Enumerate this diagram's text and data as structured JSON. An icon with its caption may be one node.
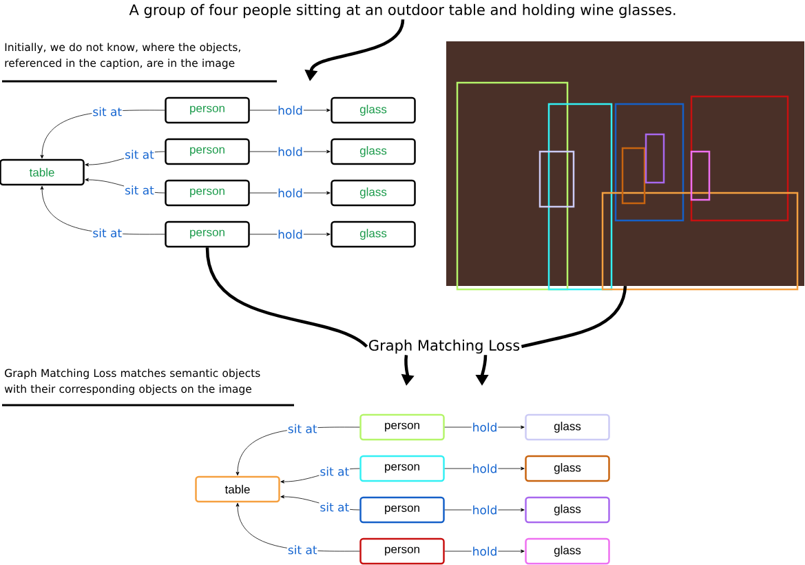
{
  "diagram": {
    "nodes": [
      {
        "text": [
          "A group of four people sitting at an outdoor table and holding wine glasses."
        ]
      },
      {
        "text": [
          "Graph Matching Loss"
        ]
      },
      {
        "text": [],
        "shape": "picture"
      },
      {
        "text": [
          "table"
        ]
      },
      {
        "text": [
          "person"
        ]
      },
      {
        "text": [
          "person"
        ]
      },
      {
        "text": [
          "person"
        ]
      },
      {
        "text": [
          "person"
        ]
      },
      {
        "text": [
          "glass"
        ]
      },
      {
        "text": [
          "glass"
        ]
      },
      {
        "text": [
          "glass"
        ]
      },
      {
        "text": [
          "glass"
        ]
      },
      {
        "text": [
          "table"
        ]
      },
      {
        "text": [
          "person"
        ]
      },
      {
        "text": [
          "person"
        ]
      },
      {
        "text": [
          "person"
        ]
      },
      {
        "text": [
          "person"
        ]
      },
      {
        "text": [
          "glass"
        ]
      },
      {
        "text": [
          "glass"
        ]
      },
      {
        "text": [
          "glass"
        ]
      },
      {
        "text": [
          "glass"
        ]
      }
    ],
    "edges": [
      {
        "from": 0,
        "to": null,
        "arrow": "to",
        "style": "thick"
      },
      {
        "from": 7,
        "to": 1,
        "arrow": "none",
        "style": "thick"
      },
      {
        "from": 2,
        "to": 1,
        "arrow": "none",
        "style": "thick"
      },
      {
        "from": 1,
        "to": null,
        "arrow": "to",
        "style": "thick"
      },
      {
        "from": 1,
        "to": null,
        "arrow": "to",
        "style": "thick"
      },
      {
        "from": 4,
        "to": 3,
        "arrow": "to",
        "label": "sit at"
      },
      {
        "from": 5,
        "to": 3,
        "arrow": "to",
        "label": "sit at"
      },
      {
        "from": 6,
        "to": 3,
        "arrow": "to",
        "label": "sit at"
      },
      {
        "from": 7,
        "to": 3,
        "arrow": "to",
        "label": "sit at"
      },
      {
        "from": 4,
        "to": 8,
        "arrow": "to",
        "label": "hold"
      },
      {
        "from": 5,
        "to": 9,
        "arrow": "to",
        "label": "hold"
      },
      {
        "from": 6,
        "to": 10,
        "arrow": "to",
        "label": "hold"
      },
      {
        "from": 7,
        "to": 11,
        "arrow": "to",
        "label": "hold"
      },
      {
        "from": 13,
        "to": 12,
        "arrow": "to",
        "label": "sit at"
      },
      {
        "from": 14,
        "to": 12,
        "arrow": "to",
        "label": "sit at"
      },
      {
        "from": 15,
        "to": 12,
        "arrow": "to",
        "label": "sit at"
      },
      {
        "from": 16,
        "to": 12,
        "arrow": "to",
        "label": "sit at"
      },
      {
        "from": 13,
        "to": 17,
        "arrow": "to",
        "label": "hold"
      },
      {
        "from": 14,
        "to": 18,
        "arrow": "to",
        "label": "hold"
      },
      {
        "from": 15,
        "to": 19,
        "arrow": "to",
        "label": "hold"
      },
      {
        "from": 16,
        "to": 20,
        "arrow": "to",
        "label": "hold"
      }
    ],
    "labels": [
      "Initially, we do not know, where the objects, referenced in the caption, are in the image",
      "Graph Matching Loss matches semantic objects with their corresponding objects on the image"
    ]
  }
}
